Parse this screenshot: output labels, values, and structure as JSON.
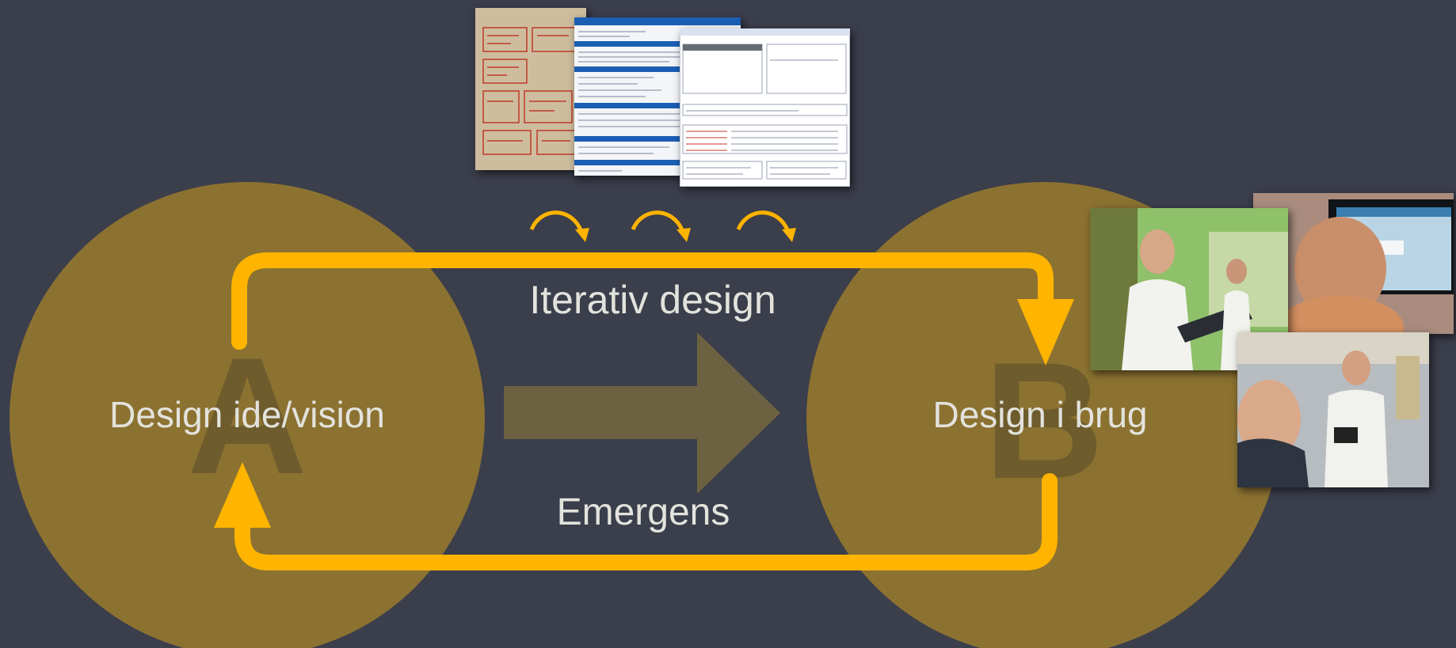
{
  "diagram": {
    "letter_a": "A",
    "letter_b": "B",
    "label_a": "Design ide/vision",
    "label_b": "Design i brug",
    "top_label": "Iterativ design",
    "bottom_label": "Emergens"
  },
  "colors": {
    "background": "#3b3e4b",
    "circle": "#8c7231",
    "loop": "#ffb400",
    "arrow_center": "#6c6242",
    "text": "#e3e3dd"
  },
  "icons": [
    "arc-arrow-icon",
    "arc-arrow-icon",
    "arc-arrow-icon"
  ],
  "images": {
    "top_group": [
      "sketch-paper-photo",
      "blue-ui-mockup-screenshot",
      "ui-dialog-screenshot"
    ],
    "right_group": [
      "doctor-with-laptop-photo",
      "large-touchscreen-photo",
      "nurses-with-device-photo"
    ]
  }
}
